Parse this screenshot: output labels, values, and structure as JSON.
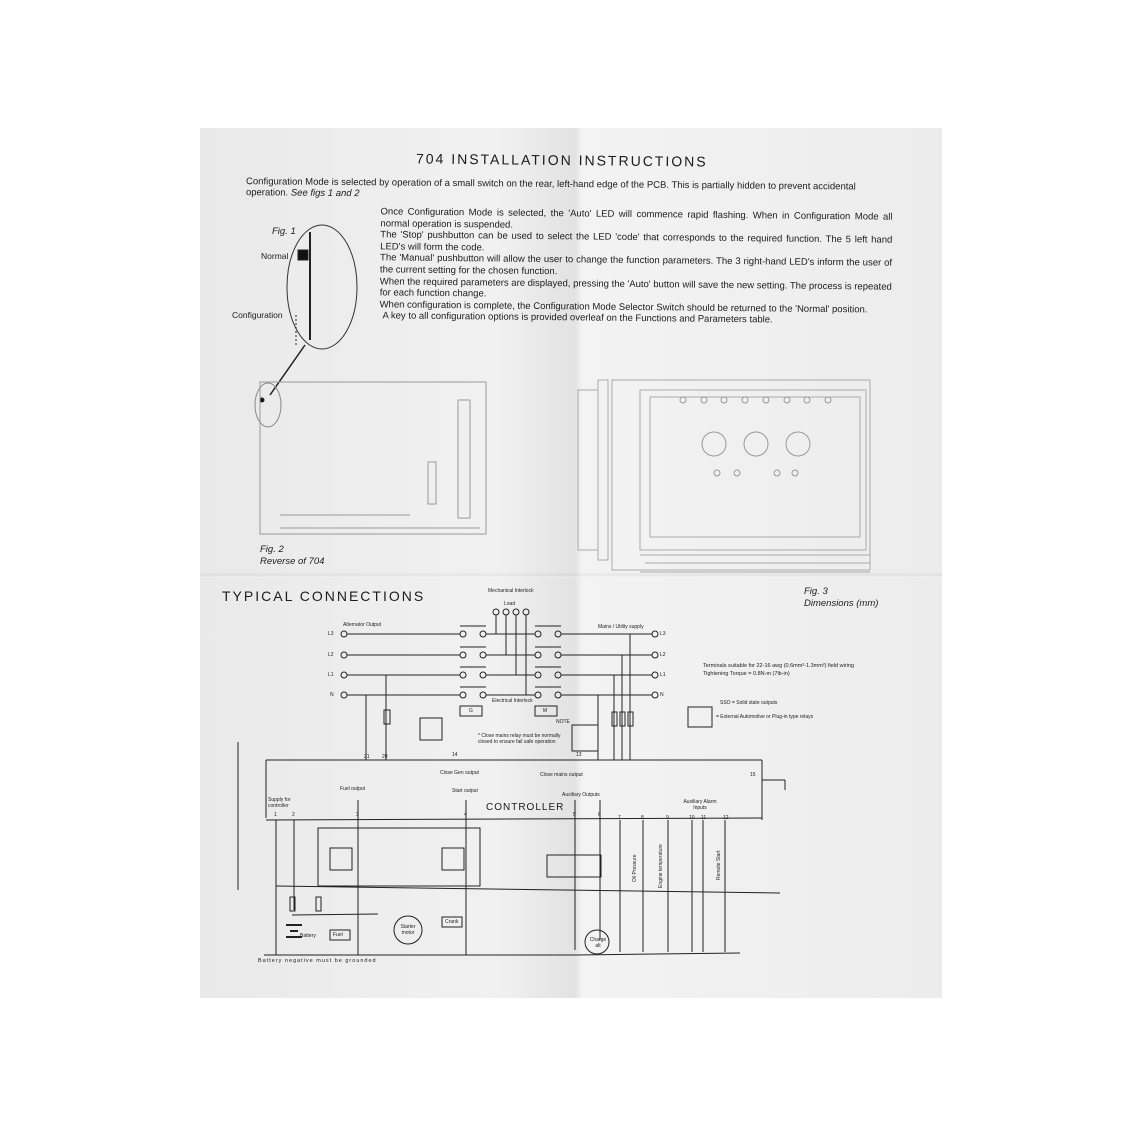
{
  "document": {
    "title": "704 INSTALLATION INSTRUCTIONS",
    "intro": "Configuration Mode is selected by operation of a small switch on the rear, left-hand edge of the PCB. This is partially hidden to prevent accidental operation.",
    "intro_ref": "See figs 1 and 2",
    "steps": [
      "Once Configuration Mode is selected, the 'Auto' LED will commence rapid flashing. When in Configuration Mode all normal operation is suspended.",
      "The 'Stop' pushbutton can be used to select the LED 'code' that corresponds to the required function. The 5 left hand LED's will form the code.",
      "The 'Manual' pushbutton will allow the user to change the function parameters. The 3 right-hand LED's inform the user of the current setting for the chosen function.",
      "When the required parameters are displayed, pressing the 'Auto' button will save the new setting. The process is repeated for each function change.",
      "When configuration is complete, the Configuration Mode Selector Switch should be returned to the 'Normal' position.",
      "A key to all configuration options is provided overleaf on the Functions and Parameters table."
    ]
  },
  "fig1": {
    "caption": "Fig. 1",
    "normal_label": "Normal",
    "config_label": "Configuration"
  },
  "fig2": {
    "caption": "Fig. 2",
    "subtitle": "Reverse of 704"
  },
  "fig3": {
    "caption": "Fig. 3",
    "subtitle": "Dimensions (mm)"
  },
  "connections": {
    "heading": "TYPICAL CONNECTIONS",
    "alternator_output": "Alternator Output",
    "mains_supply": "Mains / Utility supply",
    "mechanical_interlock": "Mechanical Interlock",
    "load": "Load",
    "electrical_interlock": "Electrical Interlock",
    "phases_left": [
      "L3",
      "L2",
      "L1",
      "N"
    ],
    "phases_right": [
      "L3",
      "L2",
      "L1",
      "N"
    ],
    "contactor_g": "G",
    "contactor_m": "M",
    "note": "NOTE",
    "note_text": "* Close mains relay must be normally closed to ensure fail safe operation",
    "controller": "CONTROLLER",
    "close_gen_output": "Close Gen output",
    "close_mains_output": "Close mains output",
    "fuel_output": "Fuel output",
    "start_output": "Start output",
    "auxiliary_outputs": "Auxiliary Outputs",
    "auxiliary_alarm_inputs": "Auxiliary Alarm Inputs",
    "supply_label": "Supply for controller",
    "terminals": [
      "1",
      "2",
      "3",
      "4",
      "5",
      "6",
      "7",
      "8",
      "9",
      "10",
      "11",
      "12",
      "13",
      "14",
      "15",
      "20",
      "21"
    ],
    "inputs": [
      "Oil Pressure",
      "Engine temperature",
      "Remote Start"
    ],
    "battery": "Battery",
    "fuel": "Fuel",
    "starter_motor": "Starter motor",
    "crank": "Crank",
    "charge_alt": "Charge alt",
    "ground_note": "Battery negative must be grounded",
    "terminals_note": "Terminals suitable for 22-16 awg (0.6mm²-1.3mm²) field wiring",
    "torque_note": "Tightening Torque = 0.8N-m (7lb-in)",
    "legend_ssr": "SSO = Solid state outputs",
    "legend_relay": "= External Automotive or Plug-in type relays"
  }
}
